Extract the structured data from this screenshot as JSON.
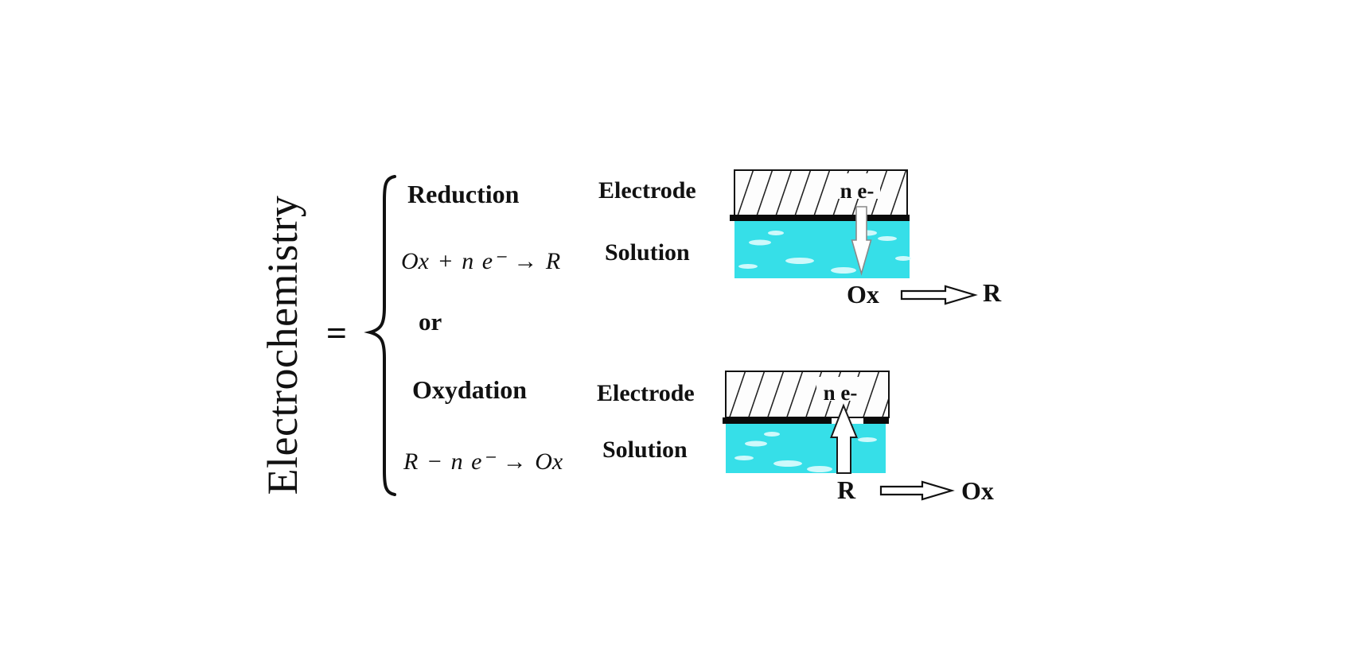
{
  "colors": {
    "solution_cyan": "#36dfe8",
    "ink": "#111111"
  },
  "title": {
    "text": "Electrochemistry",
    "equals": "="
  },
  "branches": {
    "reduction": {
      "label": "Reduction",
      "equation": "Ox + n e⁻ → R"
    },
    "conjunction": "or",
    "oxidation": {
      "label": "Oxydation",
      "equation": "R − n e⁻ → Ox"
    }
  },
  "reduction_diagram": {
    "electrode_label": "Electrode",
    "solution_label": "Solution",
    "electron_label": "n e-",
    "reaction": {
      "from": "Ox",
      "to": "R"
    }
  },
  "oxidation_diagram": {
    "electrode_label": "Electrode",
    "solution_label": "Solution",
    "electron_label": "n e-",
    "reaction": {
      "from": "R",
      "to": "Ox"
    }
  }
}
